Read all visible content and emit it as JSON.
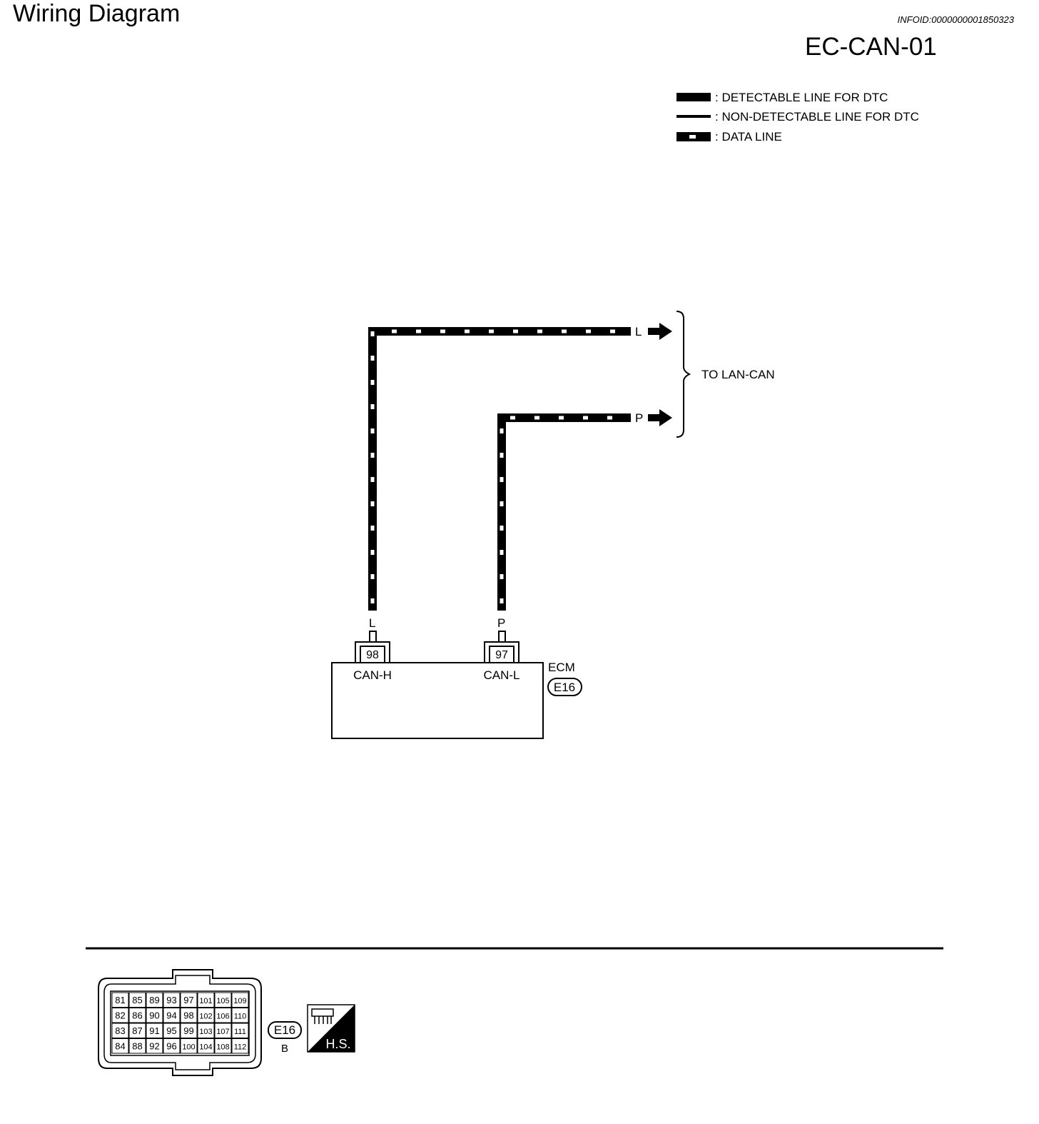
{
  "header": {
    "title": "Wiring Diagram",
    "info_id": "INFOID:0000000001850323",
    "diagram_id": "EC-CAN-01"
  },
  "legend": [
    {
      "style": "detectable",
      "label": ": DETECTABLE LINE FOR DTC"
    },
    {
      "style": "non-detectable",
      "label": ": NON-DETECTABLE LINE FOR DTC"
    },
    {
      "style": "data",
      "label": ": DATA LINE"
    }
  ],
  "wires": [
    {
      "color_code": "L",
      "terminal": "98",
      "signal": "CAN-H"
    },
    {
      "color_code": "P",
      "terminal": "97",
      "signal": "CAN-L"
    }
  ],
  "destination": "TO LAN-CAN",
  "component": {
    "name": "ECM",
    "connector": "E16"
  },
  "connector_view": {
    "id": "E16",
    "color": "B",
    "type": "H.S.",
    "pins": [
      [
        "81",
        "85",
        "89",
        "93",
        "97",
        "101",
        "105",
        "109"
      ],
      [
        "82",
        "86",
        "90",
        "94",
        "98",
        "102",
        "106",
        "110"
      ],
      [
        "83",
        "87",
        "91",
        "95",
        "99",
        "103",
        "107",
        "111"
      ],
      [
        "84",
        "88",
        "92",
        "96",
        "100",
        "104",
        "108",
        "112"
      ]
    ]
  }
}
